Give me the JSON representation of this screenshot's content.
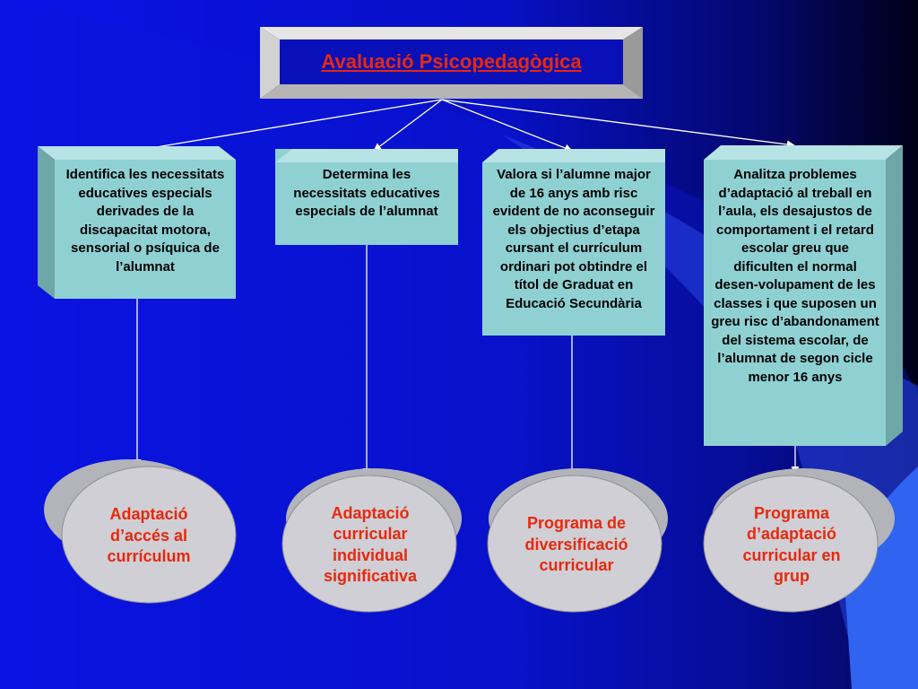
{
  "title": "Avaluació Psicopedagògica",
  "boxes": [
    {
      "text": "Identifica les necessitats educatives especials derivades de la discapacitat motora, sensorial o psíquica de l’alumnat"
    },
    {
      "text": "Determina les necessitats educatives especials de l’alumnat"
    },
    {
      "text": "Valora si l’alumne major de 16 anys amb risc evident de no aconseguir els objectius d’etapa cursant el currículum ordinari pot obtindre el títol de Graduat en Educació Secundària"
    },
    {
      "text": "Analitza problemes d’adaptació al treball en l’aula, els desajustos de comportament i el retard escolar greu que dificulten el normal desen-volupament de les classes i que suposen un greu risc d’abandonament del sistema escolar, de l’alumnat de segon cicle menor 16 anys"
    }
  ],
  "ovals": [
    {
      "text": "Adaptació d’accés al currículum"
    },
    {
      "text": "Adaptació curricular individual significativa"
    },
    {
      "text": "Programa de diversificació curricular"
    },
    {
      "text": "Programa d’adaptació curricular en grup"
    }
  ],
  "colors": {
    "background_left": "#0a12e8",
    "background_right": "#000018",
    "box_face": "#8fd1d3",
    "box_side": "#6fa6a8",
    "oval": "#c9c9cf",
    "accent_text": "#e8280c"
  }
}
